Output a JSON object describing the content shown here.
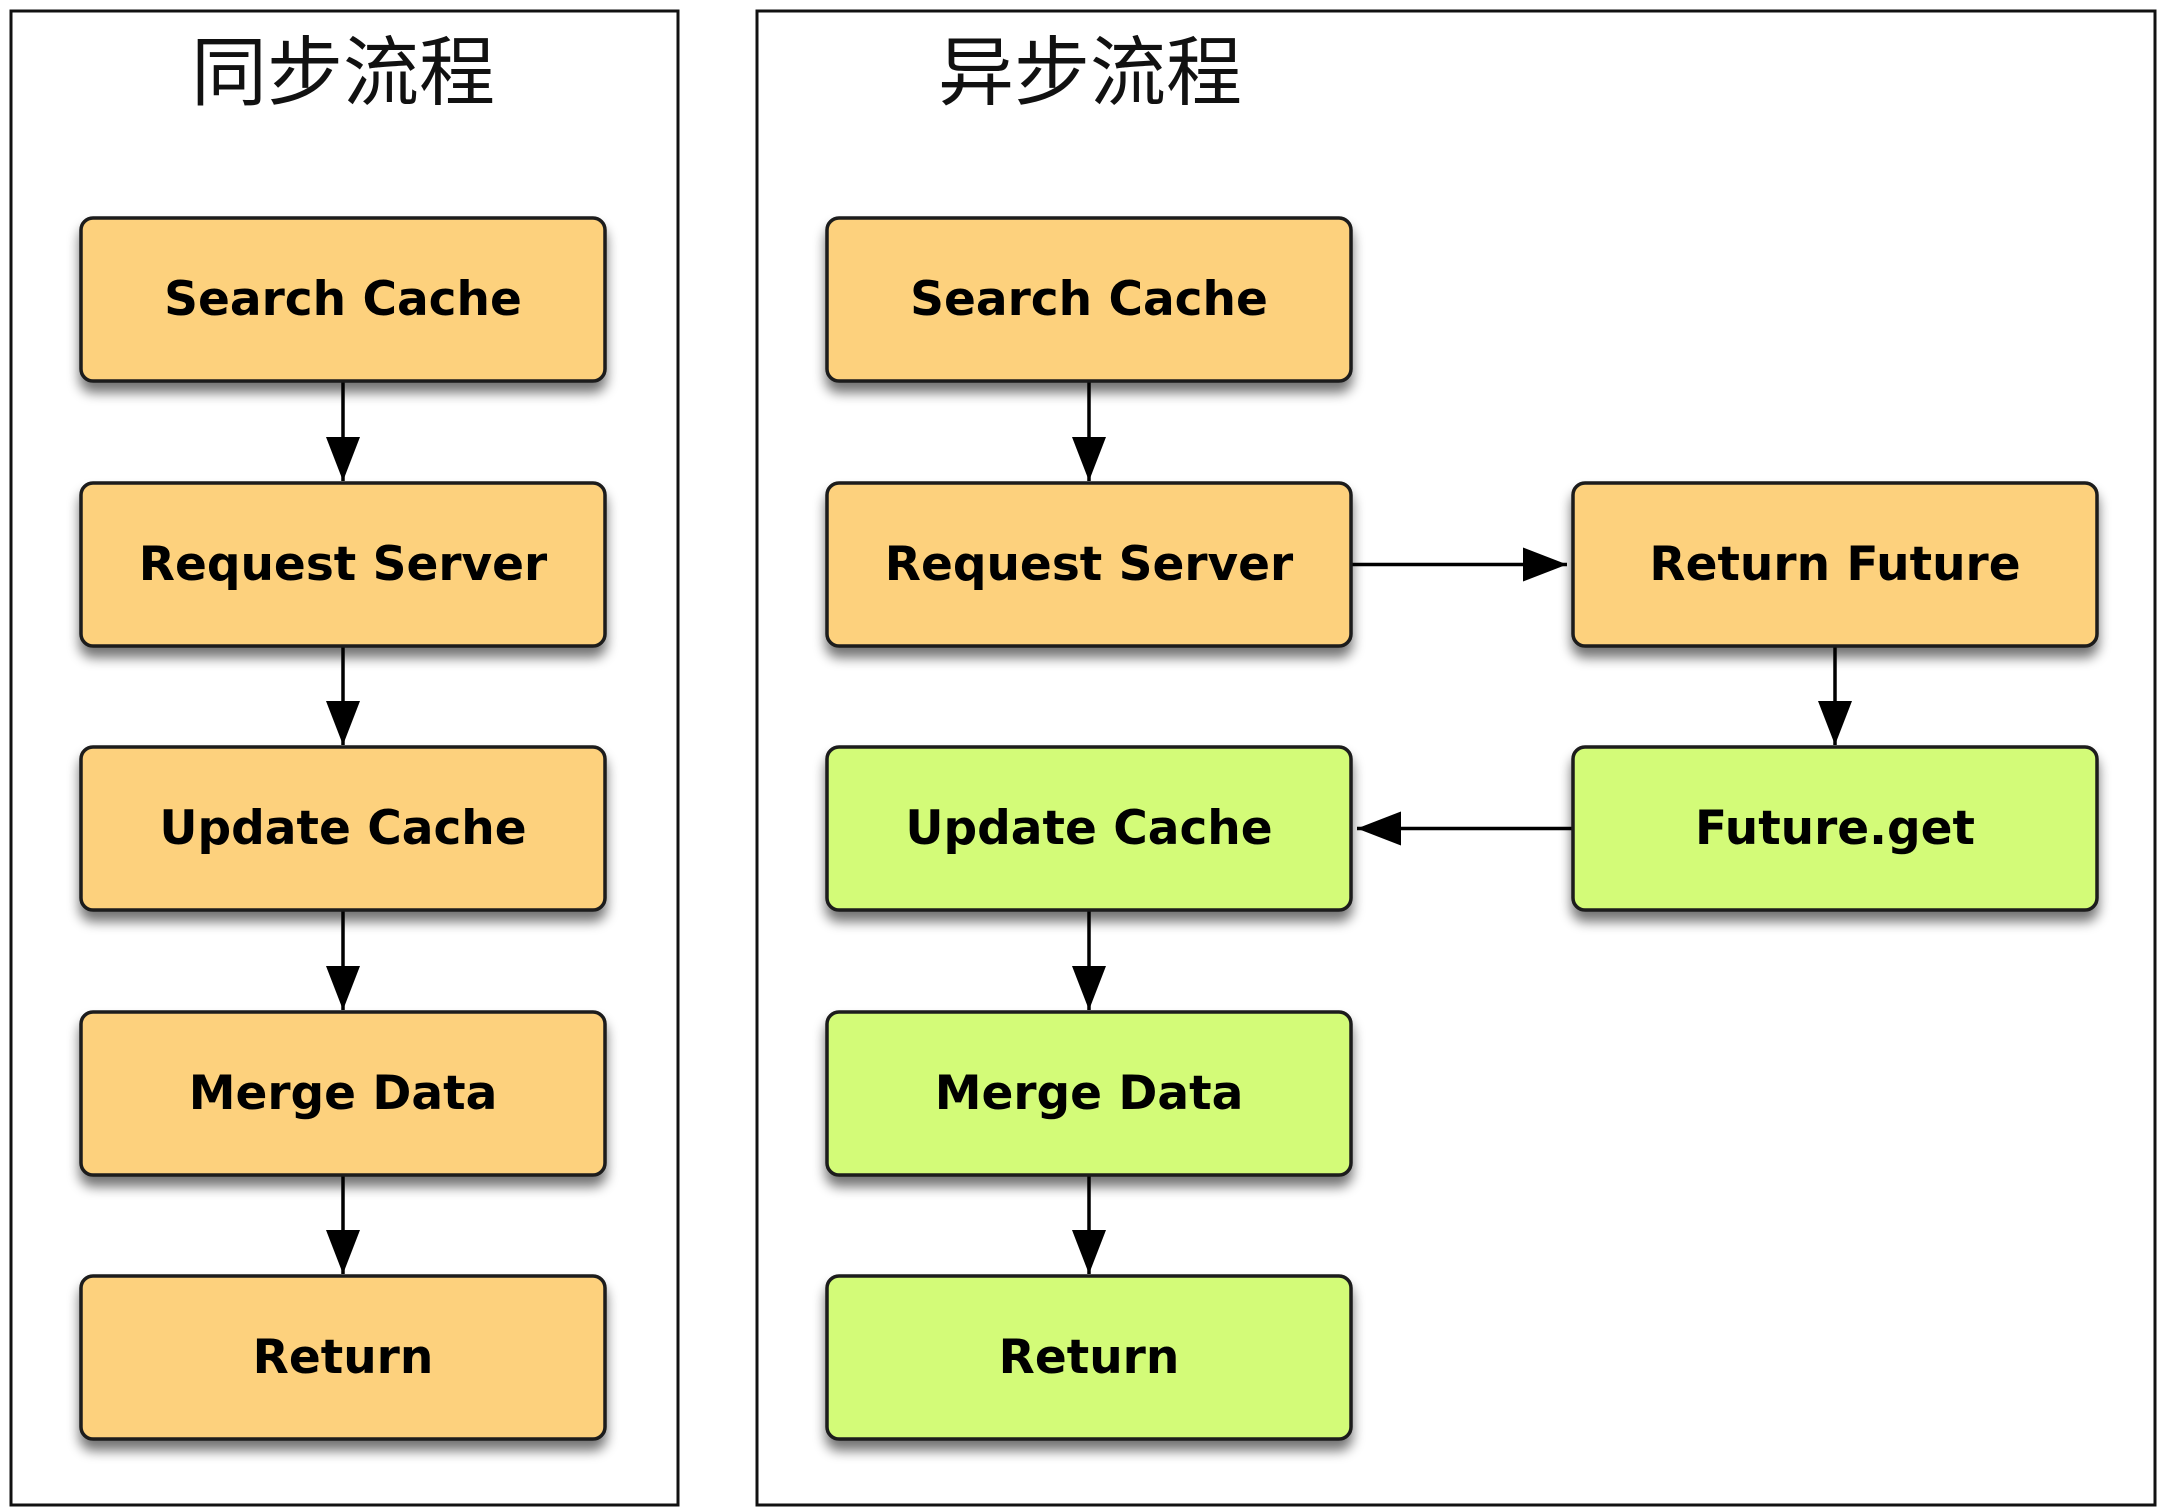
{
  "panels": [
    {
      "id": "sync",
      "title": "同步流程",
      "nodes": [
        {
          "id": "sync-search-cache",
          "label": "Search Cache",
          "color": "#fdd17d"
        },
        {
          "id": "sync-request-server",
          "label": "Request Server",
          "color": "#fdd17d"
        },
        {
          "id": "sync-update-cache",
          "label": "Update Cache",
          "color": "#fdd17d"
        },
        {
          "id": "sync-merge-data",
          "label": "Merge Data",
          "color": "#fdd17d"
        },
        {
          "id": "sync-return",
          "label": "Return",
          "color": "#fdd17d"
        }
      ]
    },
    {
      "id": "async",
      "title": "异步流程",
      "nodes": [
        {
          "id": "async-search-cache",
          "label": "Search Cache",
          "color": "#fdd17d"
        },
        {
          "id": "async-request-server",
          "label": "Request Server",
          "color": "#fdd17d"
        },
        {
          "id": "async-return-future",
          "label": "Return Future",
          "color": "#fdd17d"
        },
        {
          "id": "async-future-get",
          "label": "Future.get",
          "color": "#d3fb78"
        },
        {
          "id": "async-update-cache",
          "label": "Update Cache",
          "color": "#d3fb78"
        },
        {
          "id": "async-merge-data",
          "label": "Merge Data",
          "color": "#d3fb78"
        },
        {
          "id": "async-return",
          "label": "Return",
          "color": "#d3fb78"
        }
      ]
    }
  ],
  "edges": [
    {
      "from": "sync-search-cache",
      "to": "sync-request-server"
    },
    {
      "from": "sync-request-server",
      "to": "sync-update-cache"
    },
    {
      "from": "sync-update-cache",
      "to": "sync-merge-data"
    },
    {
      "from": "sync-merge-data",
      "to": "sync-return"
    },
    {
      "from": "async-search-cache",
      "to": "async-request-server"
    },
    {
      "from": "async-request-server",
      "to": "async-return-future"
    },
    {
      "from": "async-return-future",
      "to": "async-future-get"
    },
    {
      "from": "async-future-get",
      "to": "async-update-cache"
    },
    {
      "from": "async-update-cache",
      "to": "async-merge-data"
    },
    {
      "from": "async-merge-data",
      "to": "async-return"
    }
  ],
  "colors": {
    "process_orange": "#fdd17d",
    "process_green": "#d3fb78",
    "border": "#1a1a1a"
  }
}
